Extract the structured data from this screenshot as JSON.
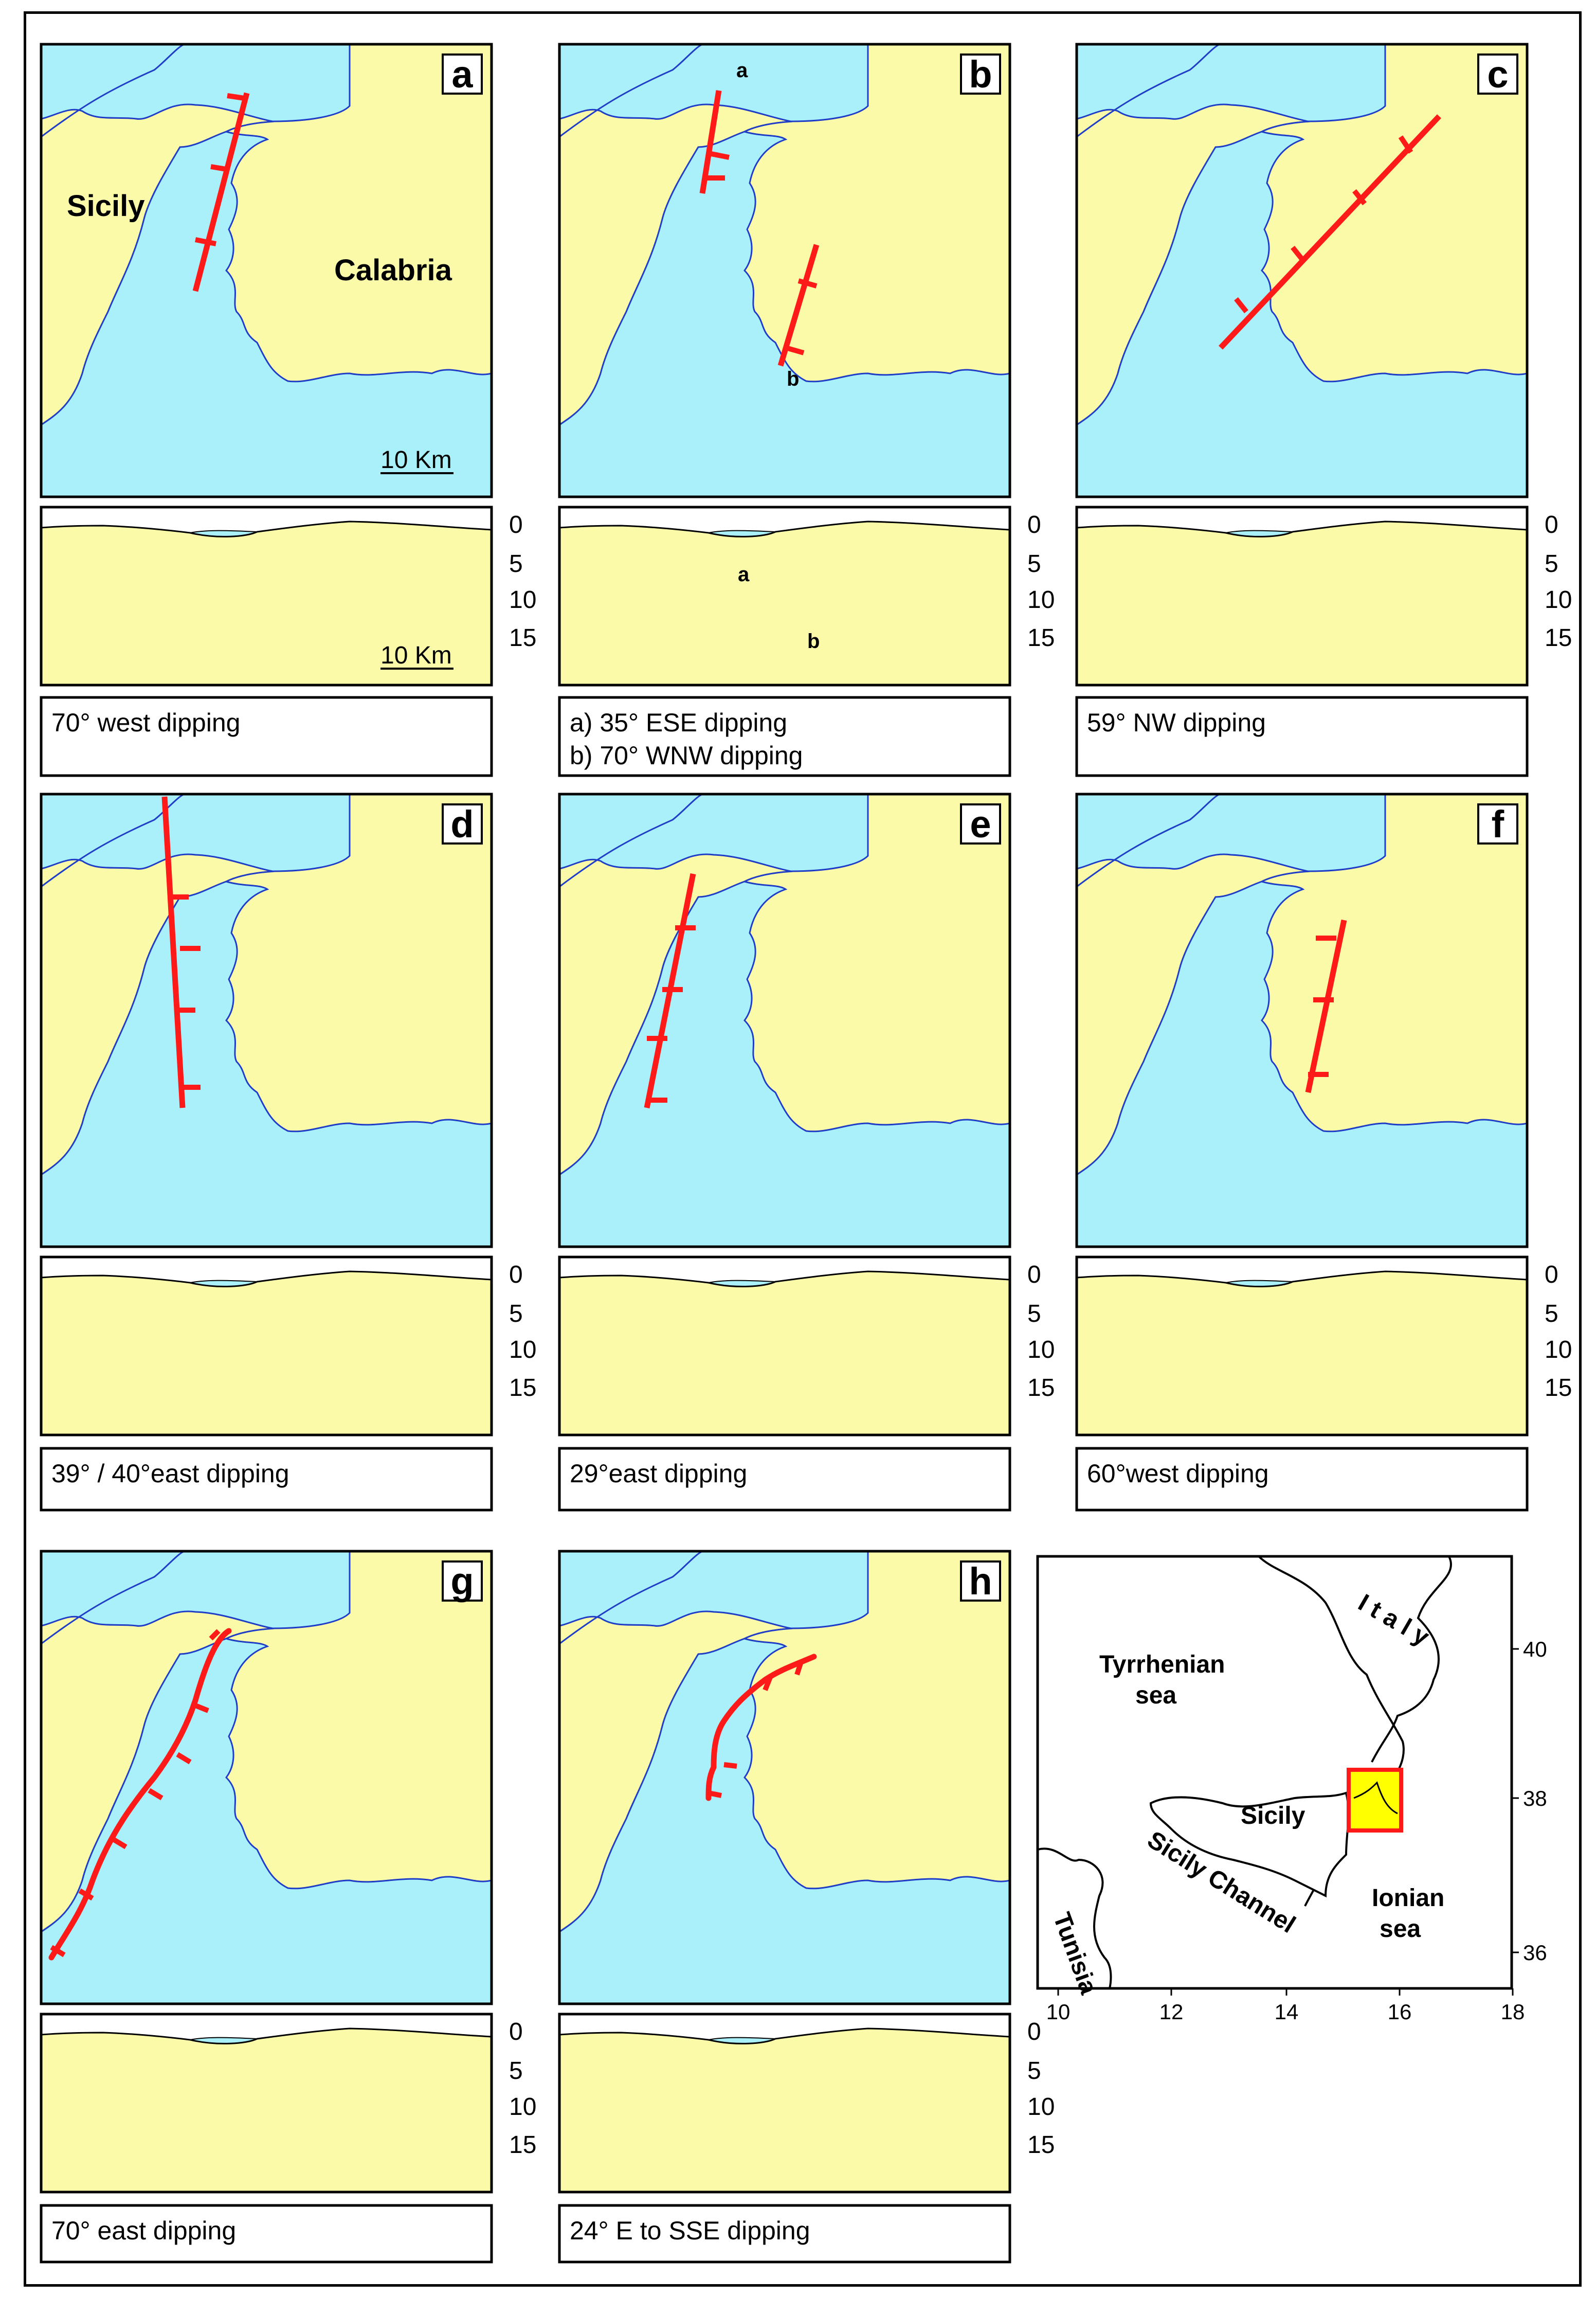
{
  "colors": {
    "sea": "#aaf0fa",
    "land": "#fafaa8",
    "coast": "#1f3dc7",
    "fault": "#ff1a1a",
    "outline": "#000000",
    "inset_box": "#ffff00"
  },
  "place_names": {
    "sicily": "Sicily",
    "calabria": "Calabria"
  },
  "scale_bar_label": "10 Km",
  "depth_ticks": [
    "0",
    "5",
    "10",
    "15"
  ],
  "fault_labels": {
    "a": "a",
    "b": "b"
  },
  "panels": [
    {
      "id": "a",
      "letter": "a",
      "caption_lines": [
        "70° west dipping"
      ]
    },
    {
      "id": "b",
      "letter": "b",
      "caption_lines": [
        "a) 35° ESE dipping",
        "b) 70° WNW dipping"
      ]
    },
    {
      "id": "c",
      "letter": "c",
      "caption_lines": [
        "59° NW dipping"
      ]
    },
    {
      "id": "d",
      "letter": "d",
      "caption_lines": [
        "39° / 40°east dipping"
      ]
    },
    {
      "id": "e",
      "letter": "e",
      "caption_lines": [
        "29°east dipping"
      ]
    },
    {
      "id": "f",
      "letter": "f",
      "caption_lines": [
        "60°west dipping"
      ]
    },
    {
      "id": "g",
      "letter": "g",
      "caption_lines": [
        "70° east dipping"
      ]
    },
    {
      "id": "h",
      "letter": "h",
      "caption_lines": [
        "24° E to SSE dipping"
      ]
    }
  ],
  "inset": {
    "labels": {
      "italy": "I t a l y",
      "tyrrhenian": [
        "Tyrrhenian",
        "sea"
      ],
      "sicily": "Sicily",
      "ionian": [
        "Ionian",
        "sea"
      ],
      "sicily_channel": "Sicily Channel",
      "tunisia": "Tunisia"
    },
    "lon_ticks": [
      "10",
      "12",
      "14",
      "16",
      "18"
    ],
    "lat_ticks": [
      "40",
      "38",
      "36"
    ]
  }
}
